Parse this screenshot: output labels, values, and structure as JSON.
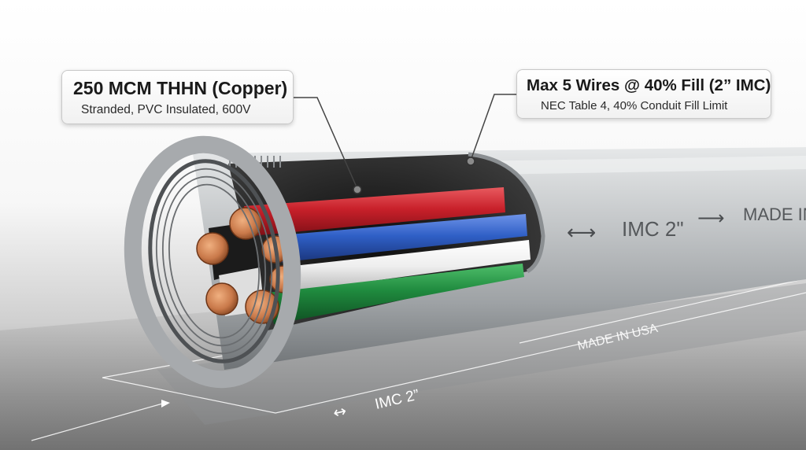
{
  "callouts": {
    "conductor": {
      "title": "250 MCM THHN (Copper)",
      "subtitle": "Stranded, PVC Insulated, 600V"
    },
    "fill": {
      "title": "Max 5 Wires @ 40% Fill (2” IMC)",
      "subtitle": "NEC Table 4, 40% Conduit Fill Limit"
    }
  },
  "conduit": {
    "marking_size": "IMC  2ʺ",
    "marking_origin": "MADE IN USA",
    "arrow_double": "⟷",
    "arrow_right": "⟶"
  },
  "floor_markings": {
    "size": "IMC 2”",
    "origin": "MADE IN USA",
    "arrow_double": "↔"
  },
  "colors": {
    "wire_red": "#c8202a",
    "wire_blue": "#2f5fc6",
    "wire_white": "#f0f0f0",
    "wire_green": "#1f8a3e",
    "copper": "#c9794a",
    "steel": "#b9bcbe"
  },
  "wires": [
    {
      "color": "red",
      "insulation": "PVC"
    },
    {
      "color": "blue",
      "insulation": "PVC"
    },
    {
      "color": "white",
      "insulation": "PVC"
    },
    {
      "color": "green",
      "insulation": "PVC"
    },
    {
      "color": "black",
      "insulation": "PVC"
    }
  ]
}
